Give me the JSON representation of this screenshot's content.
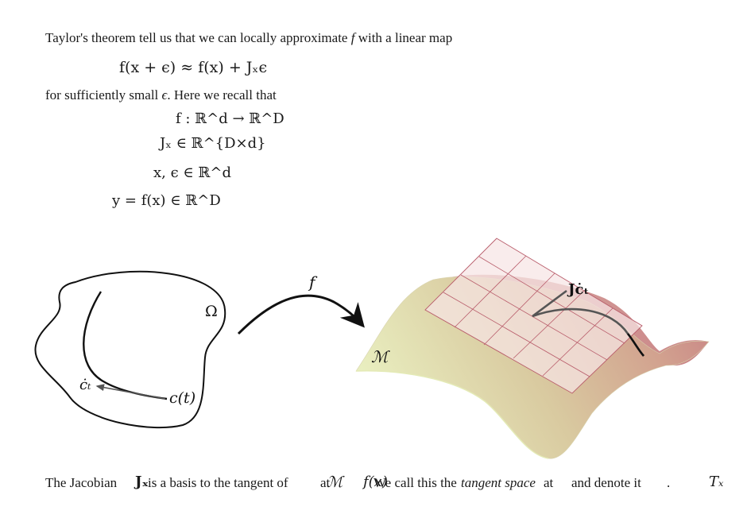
{
  "intro": {
    "part1": "Taylor's theorem tell us that we can locally approximate ",
    "f": "f",
    "part2": " with a linear map"
  },
  "taylor_equation": "f(x + ϵ) ≈ f(x) + Jₓϵ",
  "condition": {
    "part1": "for sufficiently small ",
    "epsilon": "ϵ",
    "part2": ". Here we recall that"
  },
  "definitions": [
    "f : ℝ^d → ℝ^D",
    "Jₓ ∈ ℝ^{D×d}",
    "x, ϵ ∈ ℝ^d",
    "y = f(x) ∈ ℝ^D"
  ],
  "figure": {
    "domain_label": "Ω",
    "curve_label": "c(t)",
    "velocity_label": "ċₜ",
    "map_label": "f",
    "manifold_label": "ℳ",
    "jacobian_velocity_label": "Jċₜ"
  },
  "bottom": {
    "t1": "The Jacobian",
    "J": "Jₓ",
    "t2": "is a basis to the tangent of",
    "t3": "at",
    "M": "ℳ",
    "fx": "f(x)",
    "t4": "We call this the",
    "tangent_space": "tangent space",
    "t5": "at",
    "t6": "and denote it",
    "t7": ".",
    "Tx": "Tₓ"
  },
  "colors": {
    "surface_light": "#e9efc0",
    "surface_mid": "#d6c39a",
    "surface_pink": "#cf8e8e",
    "plane_fill": "#f6e4e4",
    "plane_line": "#b85c6a"
  }
}
